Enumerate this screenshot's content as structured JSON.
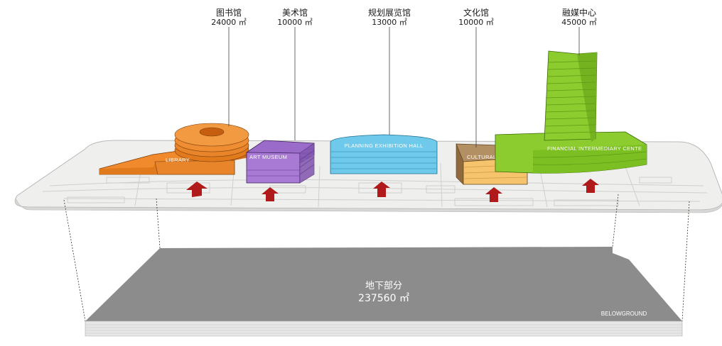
{
  "buildings": [
    {
      "name_cn": "图书馆",
      "area": "24000 ㎡",
      "label_en": "LIBRARY",
      "color": "#f08a2c"
    },
    {
      "name_cn": "美术馆",
      "area": "10000 ㎡",
      "label_en": "ART MUSEUM",
      "color": "#9b6bc9"
    },
    {
      "name_cn": "规划展览馆",
      "area": "13000 ㎡",
      "label_en": "PLANNING EXHIBITION HALL",
      "color": "#6ec9ea"
    },
    {
      "name_cn": "文化馆",
      "area": "10000 ㎡",
      "label_en": "CULTURAL CENTER",
      "color": "#f6c46c"
    },
    {
      "name_cn": "融媒中心",
      "area": "45000 ㎡",
      "label_en": "FINANCIAL INTERMEDIARY CENTE",
      "color": "#8ccc2e"
    }
  ],
  "underground": {
    "name_cn": "地下部分",
    "area": "237560 ㎡",
    "label_en": "BELOWGROUND",
    "color": "#8c8c8c"
  },
  "arrow_color": "#b01a1a"
}
